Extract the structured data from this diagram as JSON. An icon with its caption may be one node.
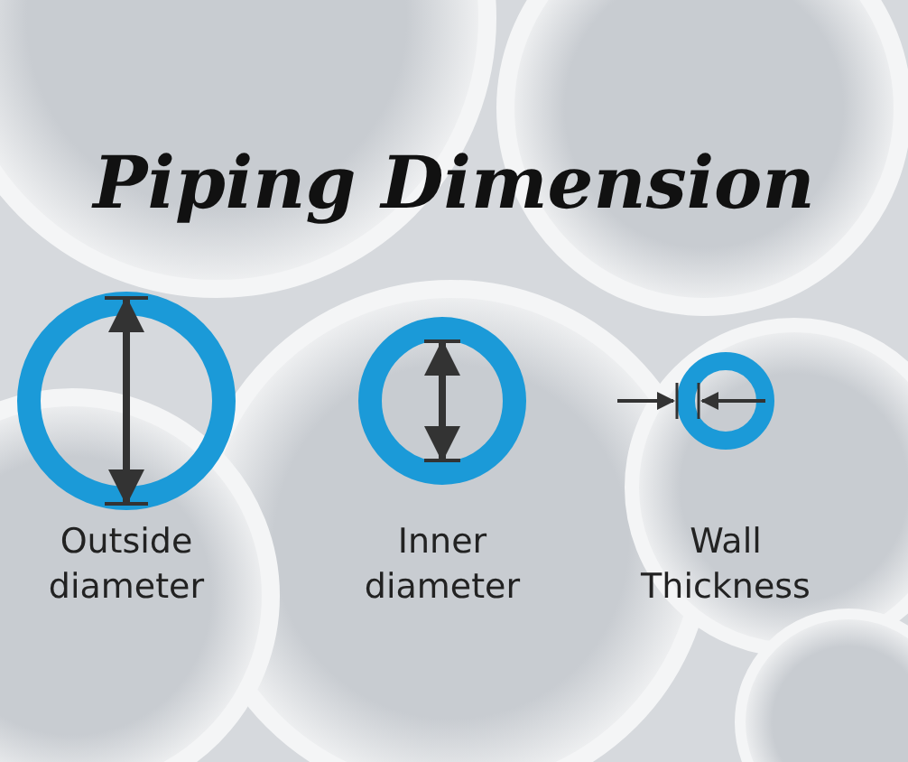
{
  "diagram": {
    "title": "Piping Dimension",
    "labels": [
      "Outside diameter",
      "Inner diameter",
      "Wall Thickness"
    ]
  }
}
